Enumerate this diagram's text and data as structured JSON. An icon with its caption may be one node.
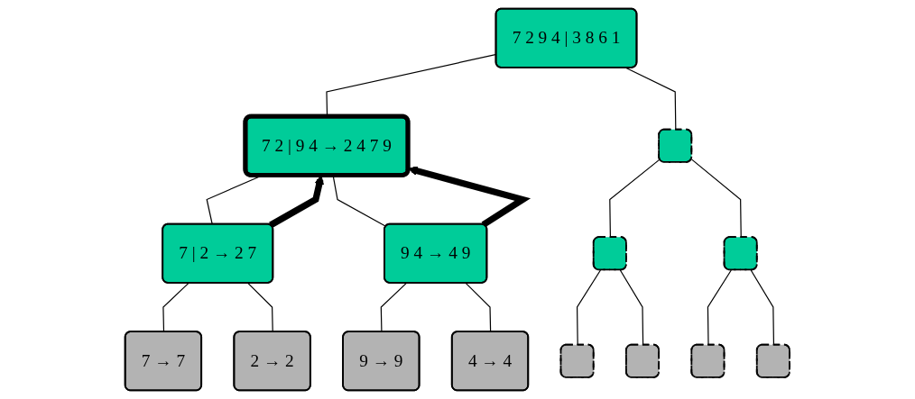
{
  "diagram": {
    "nodes": [
      {
        "text": [
          "7 2 9 4 | 3 8 6 1"
        ]
      },
      {
        "text": [
          "7 2 | 9 4 → 2 4 7 9"
        ]
      },
      {
        "text": [],
        "shape": "box"
      },
      {
        "text": [
          "7 | 2 → 2 7"
        ]
      },
      {
        "text": [
          "9 4 → 4 9"
        ]
      },
      {
        "text": [],
        "shape": "box"
      },
      {
        "text": [],
        "shape": "box"
      },
      {
        "text": [
          "7 → 7"
        ]
      },
      {
        "text": [
          "2 → 2"
        ]
      },
      {
        "text": [
          "9 → 9"
        ]
      },
      {
        "text": [
          "4 → 4"
        ]
      },
      {
        "text": [],
        "shape": "box"
      },
      {
        "text": [],
        "shape": "box"
      },
      {
        "text": [],
        "shape": "box"
      },
      {
        "text": [],
        "shape": "box"
      }
    ],
    "edges": [
      {
        "from": 0,
        "to": 1,
        "arrow": "none"
      },
      {
        "from": 0,
        "to": 2,
        "arrow": "none"
      },
      {
        "from": 1,
        "to": 3,
        "arrow": "none"
      },
      {
        "from": 1,
        "to": 4,
        "arrow": "none"
      },
      {
        "from": 2,
        "to": 5,
        "arrow": "none"
      },
      {
        "from": 2,
        "to": 6,
        "arrow": "none"
      },
      {
        "from": 3,
        "to": 7,
        "arrow": "none"
      },
      {
        "from": 3,
        "to": 8,
        "arrow": "none"
      },
      {
        "from": 4,
        "to": 9,
        "arrow": "none"
      },
      {
        "from": 4,
        "to": 10,
        "arrow": "none"
      },
      {
        "from": 5,
        "to": 11,
        "arrow": "none"
      },
      {
        "from": 5,
        "to": 12,
        "arrow": "none"
      },
      {
        "from": 6,
        "to": 13,
        "arrow": "none"
      },
      {
        "from": 6,
        "to": 14,
        "arrow": "none"
      },
      {
        "from": 3,
        "to": 1,
        "arrow": "to",
        "style": "thick"
      },
      {
        "from": 4,
        "to": 1,
        "arrow": "to",
        "style": "thick"
      }
    ]
  }
}
